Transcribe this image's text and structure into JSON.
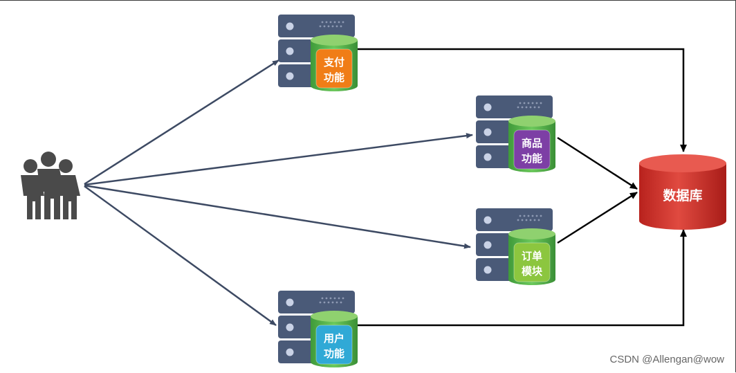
{
  "nodes": {
    "payment": {
      "line1": "支付",
      "line2": "功能",
      "color": "#f07d17"
    },
    "product": {
      "line1": "商品",
      "line2": "功能",
      "color": "#7d3fa5"
    },
    "order": {
      "line1": "订单",
      "line2": "模块",
      "color": "#8cc63f"
    },
    "user": {
      "line1": "用户",
      "line2": "功能",
      "color": "#30a9d6"
    }
  },
  "database": {
    "label": "数据库",
    "color": "#d9312b"
  },
  "users_icon": "users-group-icon",
  "server_icon": "server-rack-icon",
  "watermark": "CSDN @Allengan@wow",
  "colors": {
    "server": "#4a5a78",
    "cylinder_green": "#58b94c",
    "user_arrow": "#3d4a63",
    "db_arrow": "#000000"
  }
}
